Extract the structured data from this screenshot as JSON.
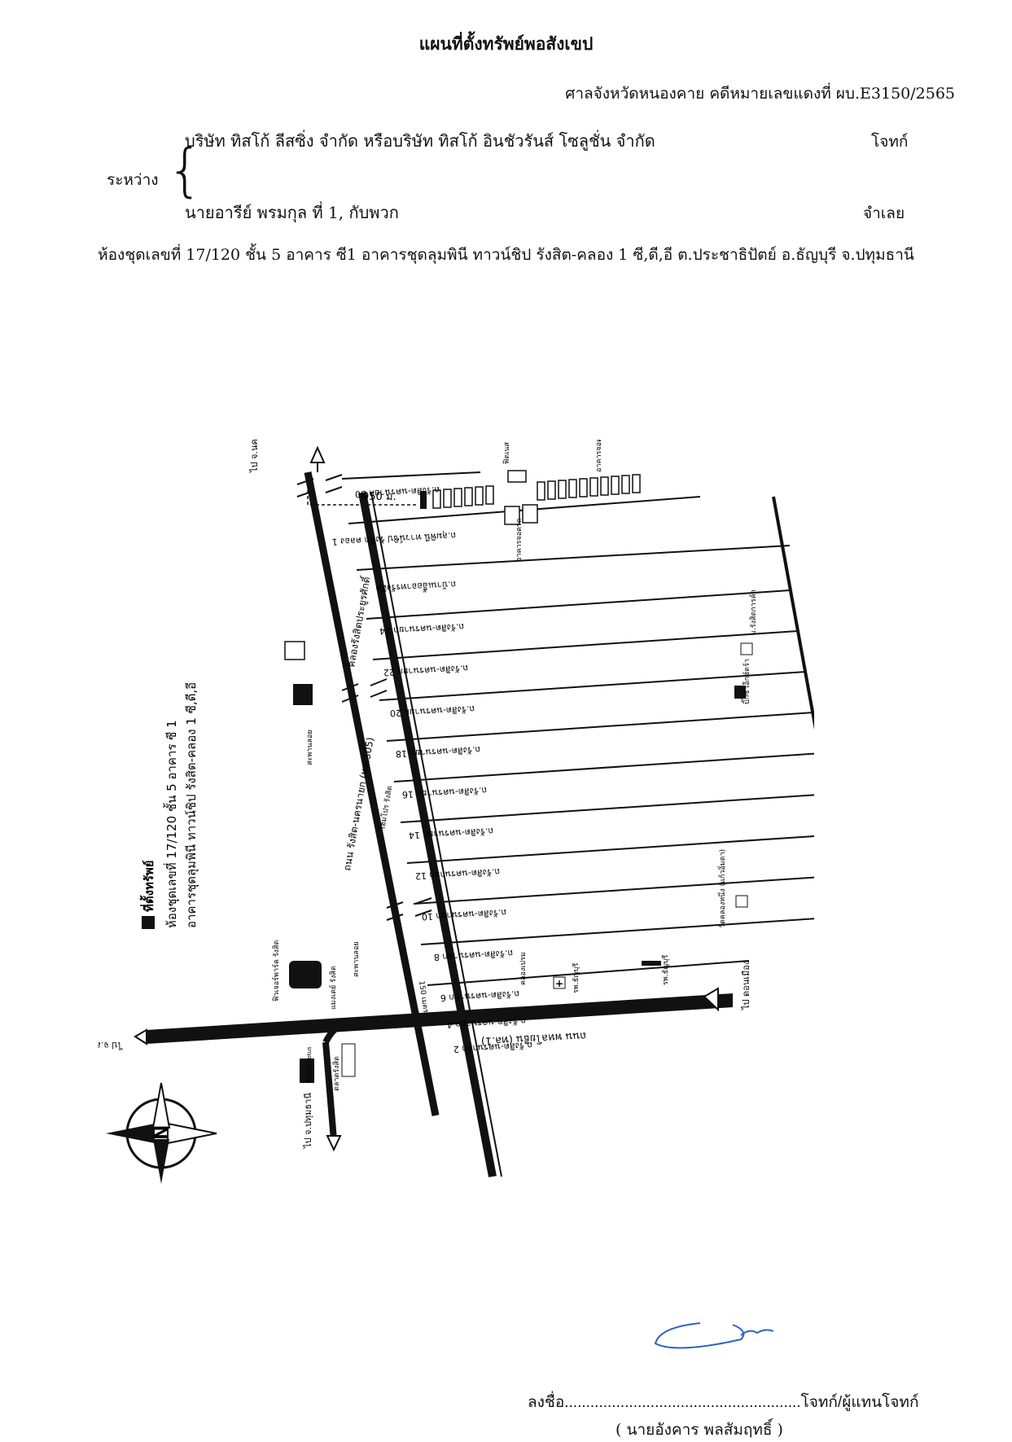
{
  "header": {
    "title": "แผนที่ตั้งทรัพย์พอสังเขป",
    "court_case": "ศาลจังหวัดหนองคาย คดีหมายเลขแดงที่ ผบ.E3150/2565",
    "between_label": "ระหว่าง",
    "plaintiff_name": "บริษัท ทิสโก้ ลีสซิ่ง จำกัด หรือบริษัท ทิสโก้ อินชัวรันส์ โซลูชั่น จำกัด",
    "plaintiff_role": "โจทก์",
    "defendant_name": "นายอารีย์ พรมกุล ที่ 1, กับพวก",
    "defendant_role": "จำเลย",
    "unit_description": "ห้องชุดเลขที่ 17/120 ชั้น 5 อาคาร ซี1 อาคารชุดลุมพินี ทาวน์ชิป รังสิต-คลอง 1 ซี,ดี,อี ต.ประชาธิปัตย์ อ.ธัญบุรี จ.ปทุมธานี"
  },
  "map": {
    "legend_title": "ที่ตั้งทรัพย์",
    "legend_line1": "ห้องชุดเลขที่ 17/120 ชั้น 5 อาคาร ซี 1",
    "legend_line2": "อาคารชุดลุมพินี ทาวน์ชิป รังสิต-คลอง 1 ซี,ดี,อี",
    "distance_label": "950 ม.",
    "distance2_label": "150 เมตร",
    "main_road_label": "ถนน รังสิต-นครนายก (ทล.305)",
    "canal_label": "คลองรังสิตประยูรศักดิ์",
    "road_bottom_label": "ถนน พหลโยธิน (ทล.1)",
    "dir_top": "ไป จ.นครนายก",
    "dir_left": "ไป จ.สระบุรี",
    "dir_bottom": "ไป จ.ปทุมธานี",
    "dir_right": "ไป ดอนเมือง",
    "soi_labels": [
      "ถ.รังสิต-นครนายก 30",
      "ถ.ลุมพินี ทาวน์ชิป รังสิต คลอง 1",
      "ถ.บ้านเอื้ออาทรรังสิต",
      "ถ.รังสิต-นครนายก 24",
      "ถ.รังสิต-นครนายก 22",
      "ถ.รังสิต-นครนายก 20",
      "ถ.รังสิต-นครนายก 18",
      "ถ.รังสิต-นครนายก 16",
      "ถ.รังสิต-นครนายก 14",
      "ถ.รังสิต-นครนายก 12",
      "ถ.รังสิต-นครนายก 10",
      "ถ.รังสิต-นครนายก 8",
      "ถ.รังสิต-นครนายก 6",
      "ถ.รังสิต-นครนายก 4",
      "ถ.รังสิต-นครนายก 2"
    ],
    "landmarks": {
      "parking_top": "อาคารจอดรถ",
      "parking_mid": "อาคารจอดรถ",
      "park": "ฟิตเนส",
      "university": "ม.รังสิตการค้า",
      "bigc": "บิ๊กซี เอ็กซ์ตร้า",
      "homepro": "โฮมโปร รังสิต",
      "overpass": "สะพานลอย",
      "overpass2": "สะพานลอย",
      "temple": "วัดคลองหนึ่ง (แก้วอิ่มตา)",
      "hospital": "รพ.ธัญบุรี",
      "hospital2": "รพ.ธัญบุรี",
      "canal2": "คลองเปรม",
      "future_park": "ฟิวเจอร์พาร์ค รังสิต",
      "market": "ตลาดรังสิต",
      "mall": "แมงเดย์ รังสิต",
      "tesco": "TESCO Lotus"
    },
    "north": "N"
  },
  "signature": {
    "sign_line": "ลงชื่อ.......................................................โจทก์/ผู้แทนโจทก์",
    "name": "( นายอังคาร พลสัมฤทธิ์ )"
  }
}
